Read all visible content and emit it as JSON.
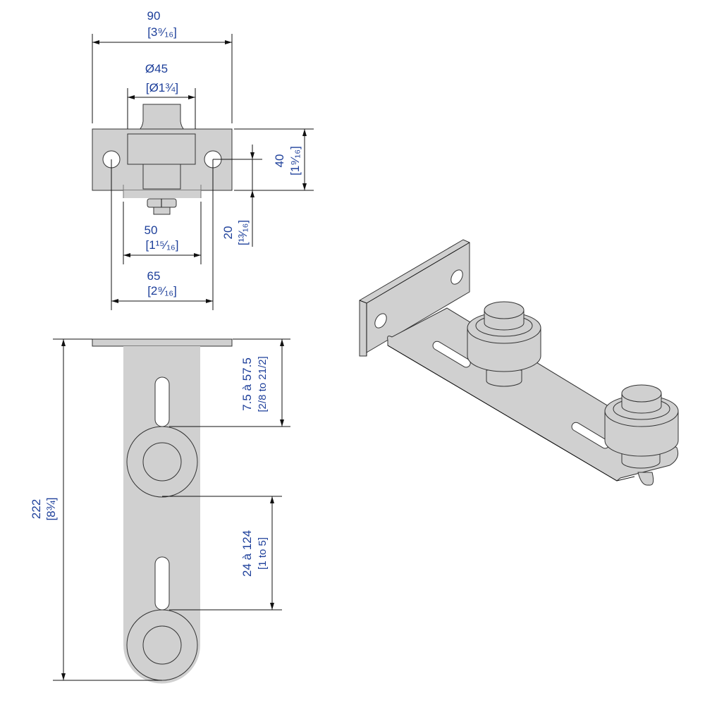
{
  "colors": {
    "dimension_text": "#1d3f9a",
    "part_fill": "#d0d0d0",
    "line": "#111111"
  },
  "top_view": {
    "width": {
      "value": "90",
      "imperial": "[3⁹⁄₁₆]"
    },
    "roller_diameter": {
      "value": "Ø45",
      "imperial": "[Ø1¾]"
    },
    "height": {
      "value": "40",
      "imperial": "[1⁹⁄₁₆]"
    },
    "hole_offset": {
      "value": "20",
      "imperial": "[¹³⁄₁₆]"
    },
    "strap_width": {
      "value": "50",
      "imperial": "[1¹⁵⁄₁₆]"
    },
    "hole_spacing": {
      "value": "65",
      "imperial": "[2⁹⁄₁₆]"
    }
  },
  "side_view": {
    "length": {
      "value": "222",
      "imperial": "[8¾]"
    },
    "first_roller_range": {
      "value": "7.5 à 57.5",
      "imperial": "[2/8 to 21/2]"
    },
    "second_roller_range": {
      "value": "24 à 124",
      "imperial": "[1 to 5]"
    }
  }
}
